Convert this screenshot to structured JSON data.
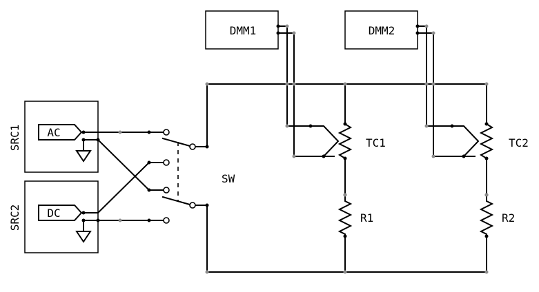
{
  "labels": {
    "dmm1": "DMM1",
    "dmm2": "DMM2",
    "src1": "SRC1",
    "src2": "SRC2",
    "ac": "AC",
    "dc": "DC",
    "sw": "SW",
    "tc1": "TC1",
    "tc2": "TC2",
    "r1": "R1",
    "r2": "R2"
  }
}
